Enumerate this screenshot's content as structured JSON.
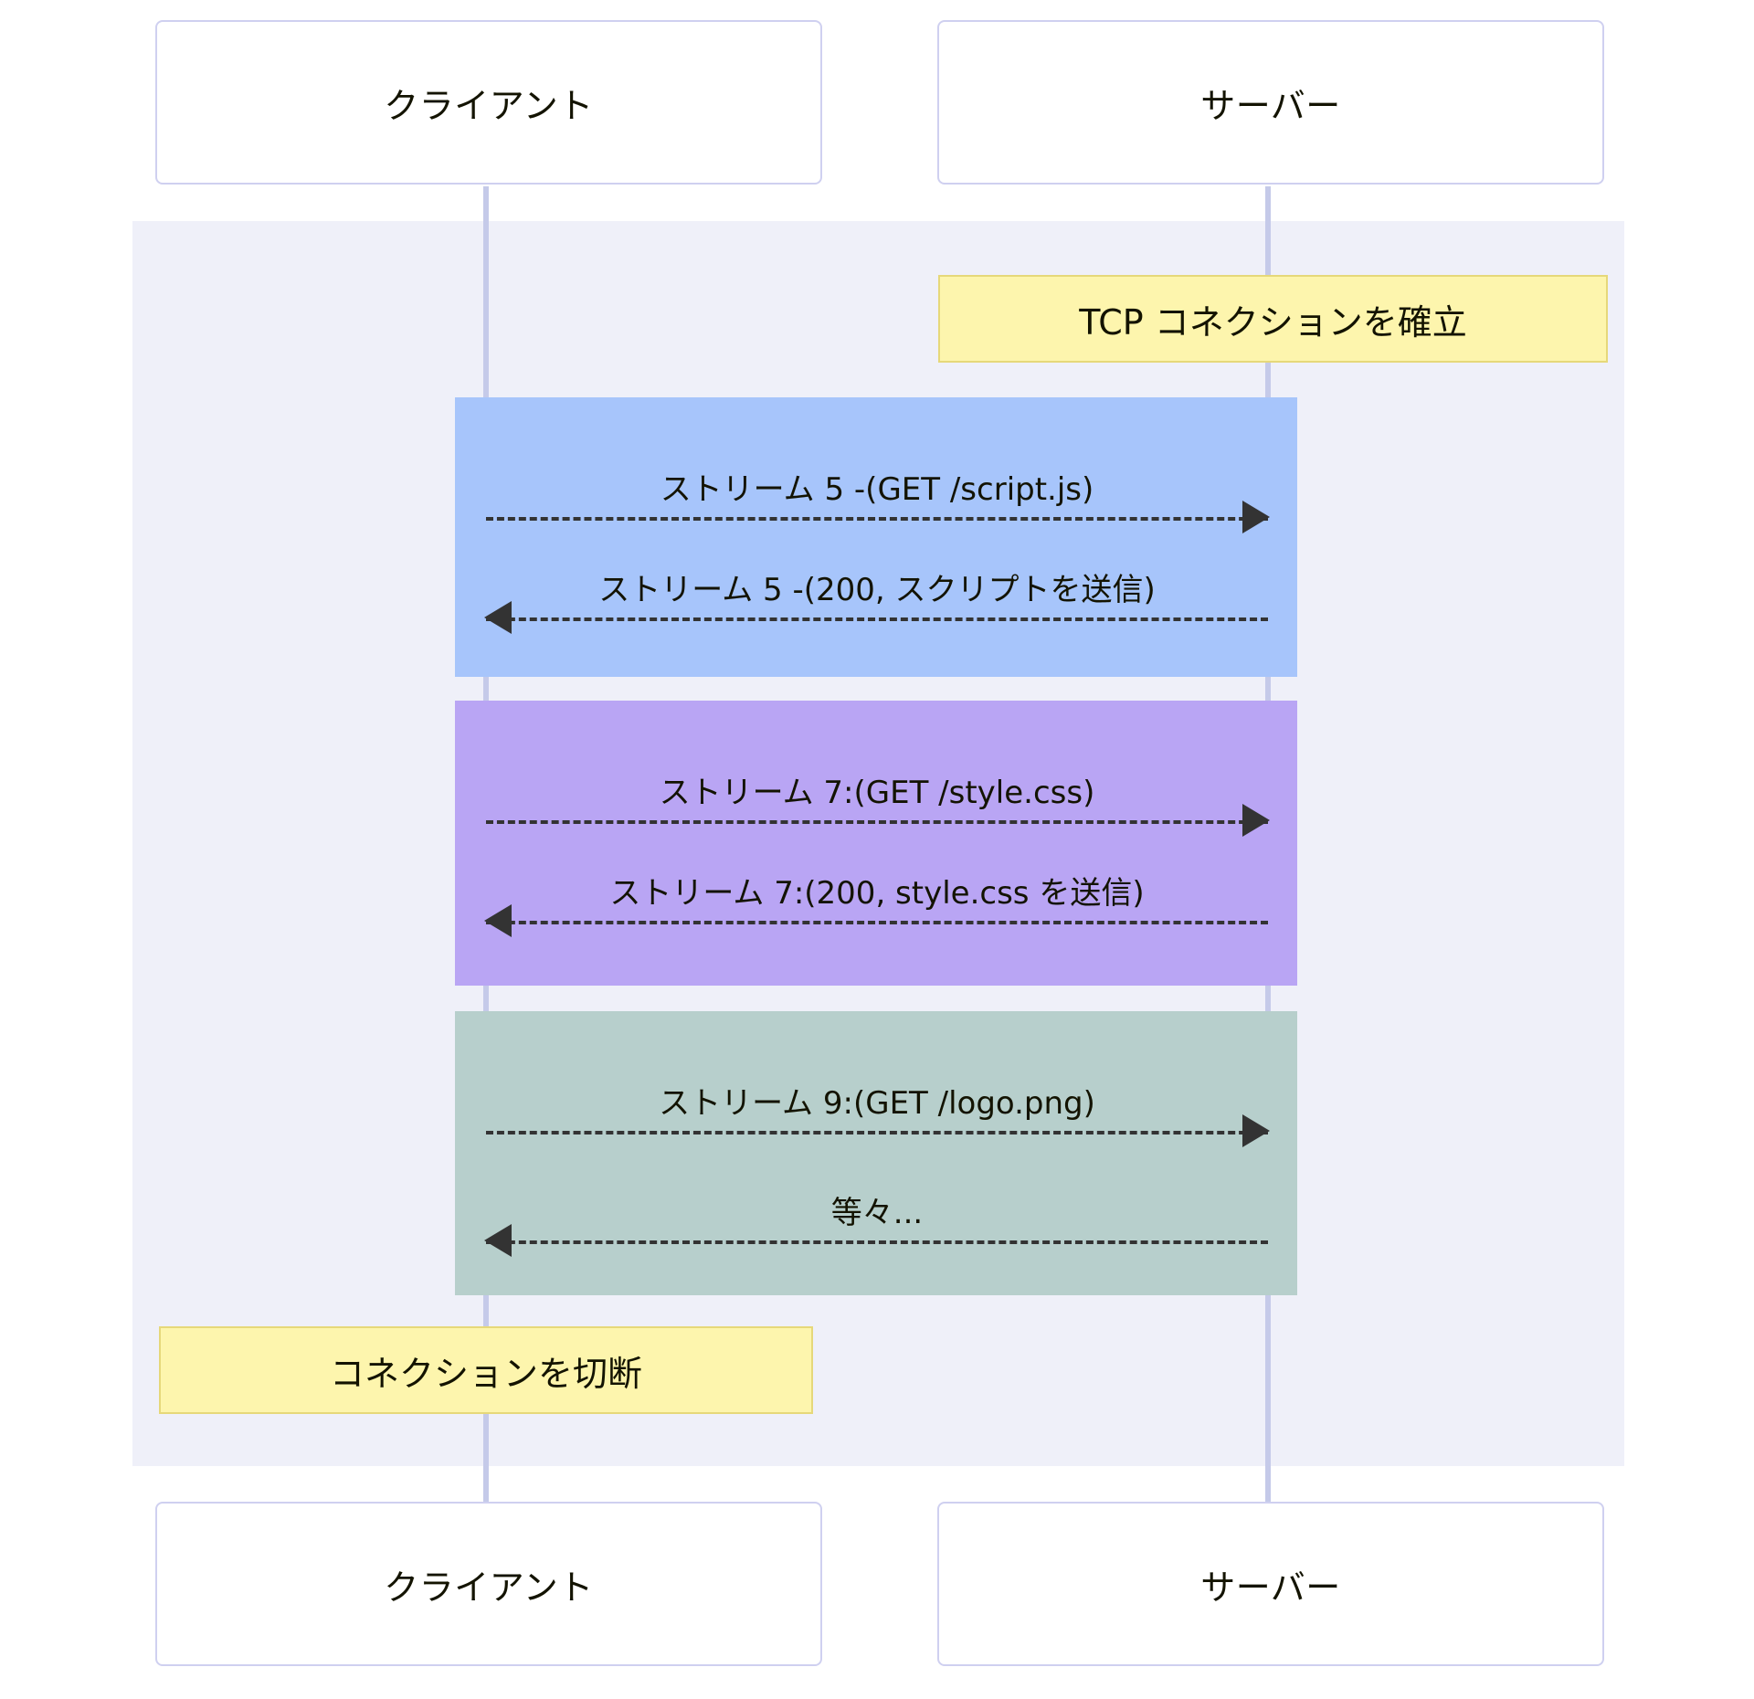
{
  "diagram": {
    "type": "sequence-diagram",
    "colors": {
      "canvas_band": "#eff0f9",
      "lifeline": "#c5cae9",
      "participant_border": "#cfd0f0",
      "note_fill": "#fdf5ad",
      "note_border": "#e6d87a",
      "block_stream_5": "#a7c5fb",
      "block_stream_7": "#b9a5f4",
      "block_stream_9": "#b7cfcc",
      "arrow": "#333333",
      "text": "#131300"
    }
  },
  "participants": [
    {
      "id": "client",
      "label": "クライアント"
    },
    {
      "id": "server",
      "label": "サーバー"
    }
  ],
  "participants_bottom": [
    {
      "id": "client",
      "label": "クライアント"
    },
    {
      "id": "server",
      "label": "サーバー"
    }
  ],
  "notes": [
    {
      "id": "tcp-connect",
      "label": "TCP コネクションを確立",
      "over": "server"
    },
    {
      "id": "disconnect",
      "label": "コネクションを切断",
      "over": "client"
    }
  ],
  "blocks": [
    {
      "id": "stream-5",
      "color": "#a7c5fb"
    },
    {
      "id": "stream-7",
      "color": "#b9a5f4"
    },
    {
      "id": "stream-9",
      "color": "#b7cfcc"
    }
  ],
  "messages": [
    {
      "id": "msg-1",
      "label": "ストリーム 5 -(GET /script.js)",
      "direction": "right",
      "from": "client",
      "to": "server",
      "style": "dashed"
    },
    {
      "id": "msg-2",
      "label": "ストリーム 5 -(200, スクリプトを送信)",
      "direction": "left",
      "from": "server",
      "to": "client",
      "style": "dashed"
    },
    {
      "id": "msg-3",
      "label": "ストリーム 7:(GET /style.css)",
      "direction": "right",
      "from": "client",
      "to": "server",
      "style": "dashed"
    },
    {
      "id": "msg-4",
      "label": "ストリーム 7:(200, style.css を送信)",
      "direction": "left",
      "from": "server",
      "to": "client",
      "style": "dashed"
    },
    {
      "id": "msg-5",
      "label": "ストリーム 9:(GET /logo.png)",
      "direction": "right",
      "from": "client",
      "to": "server",
      "style": "dashed"
    },
    {
      "id": "msg-6",
      "label": "等々...",
      "direction": "left",
      "from": "server",
      "to": "client",
      "style": "dashed"
    }
  ]
}
